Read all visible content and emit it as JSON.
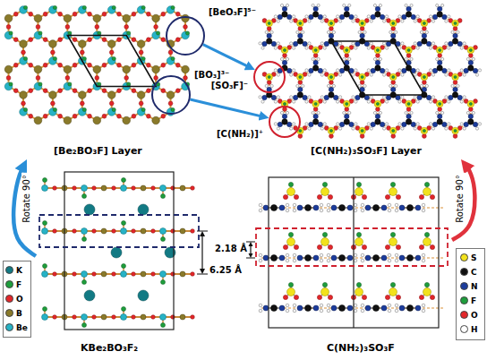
{
  "diagram": {
    "nodes": [
      {
        "text": [
          "[Be₂BO₃F] Layer"
        ]
      },
      {
        "text": [
          "[BeO₃F]⁵⁻"
        ],
        "in": 0
      },
      {
        "text": [
          "[BO₃]³⁻"
        ],
        "in": 0
      },
      {
        "text": [
          "[C(NH₂)₃SO₃F] Layer"
        ]
      },
      {
        "text": [
          "[SO₃F]⁻"
        ],
        "in": 3
      },
      {
        "text": [
          "[C(NH₂)]⁺"
        ],
        "in": 3
      },
      {
        "text": [
          "KBe₂BO₃F₂"
        ]
      },
      {
        "text": [
          "C(NH₂)₃SO₃F"
        ]
      }
    ],
    "edges": [
      {
        "from": 1,
        "to": 4,
        "arrow": "to"
      },
      {
        "from": 2,
        "to": 5,
        "arrow": "to"
      },
      {
        "from": 6,
        "to": 0,
        "label": "Rotate 90°",
        "arrow": "to"
      },
      {
        "from": 7,
        "to": 3,
        "label": "Rotate 90°",
        "arrow": "to"
      }
    ],
    "labels": [
      "6.25 Å",
      "2.18 Å"
    ],
    "legend": [
      {
        "text": "K",
        "color": "#127a84"
      },
      {
        "text": "F",
        "color": "#1e9e3c"
      },
      {
        "text": "O",
        "color": "#e3262a"
      },
      {
        "text": "B",
        "color": "#8a7a2a"
      },
      {
        "text": "Be",
        "color": "#27b3c6"
      },
      {
        "text": "S",
        "color": "#f2e21c"
      },
      {
        "text": "C",
        "color": "#111111"
      },
      {
        "text": "N",
        "color": "#1c3c9c"
      },
      {
        "text": "F",
        "color": "#1e9e3c"
      },
      {
        "text": "O",
        "color": "#e3262a"
      },
      {
        "text": "H",
        "color": "#ffffff"
      }
    ]
  }
}
